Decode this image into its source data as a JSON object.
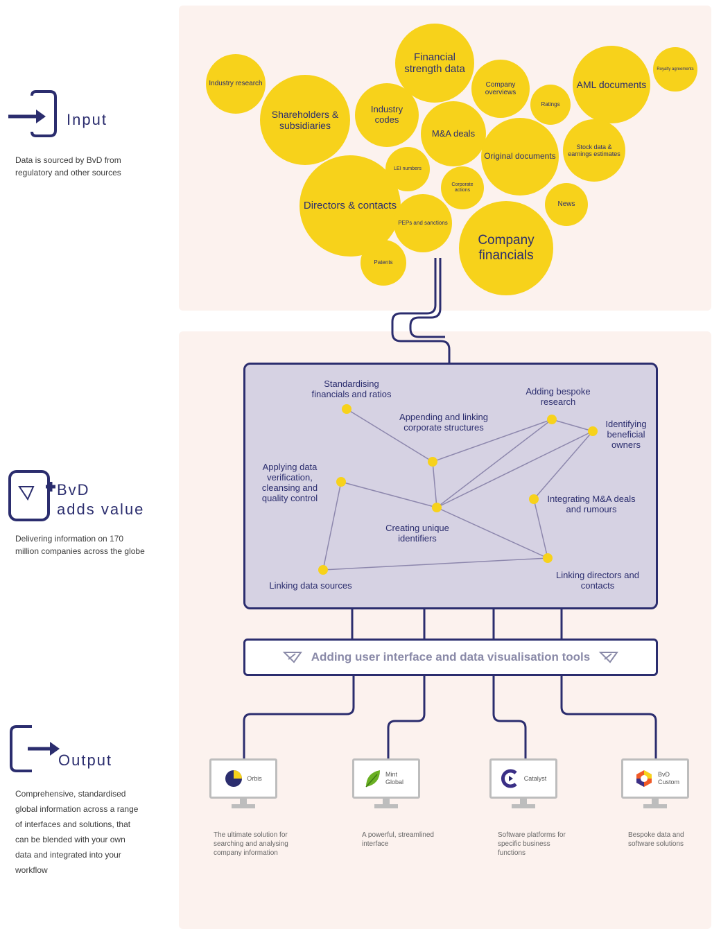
{
  "side": {
    "input": {
      "title": "Input",
      "desc": "Data is sourced by BvD from regulatory and other sources"
    },
    "bvd": {
      "title_line1": "BvD",
      "title_line2": "adds value",
      "desc": "Delivering information on 170 million companies across the globe"
    },
    "output": {
      "title": "Output",
      "desc": "Comprehensive, standardised global information across a range of interfaces and solutions, that can be blended with your own data and integrated into your workflow"
    }
  },
  "bubbles": [
    "Industry research",
    "Shareholders & subsidiaries",
    "Industry codes",
    "Financial strength data",
    "Company overviews",
    "Ratings",
    "AML documents",
    "Royalty agreements",
    "M&A deals",
    "Original documents",
    "Stock data & earnings estimates",
    "LEI numbers",
    "Corporate actions",
    "Directors & contacts",
    "PEPs and sanctions",
    "News",
    "Company financials",
    "Patents"
  ],
  "value_nodes": [
    "Standardising financials and ratios",
    "Appending and linking corporate structures",
    "Adding bespoke research",
    "Identifying beneficial owners",
    "Applying data verification, cleansing and quality control",
    "Integrating M&A deals and rumours",
    "Creating unique identifiers",
    "Linking directors and contacts",
    "Linking data sources"
  ],
  "ui_bar": {
    "label": "Adding user interface and data visualisation tools"
  },
  "products": [
    {
      "name": "Orbis",
      "desc": "The ultimate solution for searching and analysing company information",
      "color": "#2b2d6e"
    },
    {
      "name": "Mint Global",
      "desc": "A powerful, streamlined interface",
      "color": "#6ab023"
    },
    {
      "name": "Catalyst",
      "desc": "Software platforms for specific business functions",
      "color": "#3a2f86"
    },
    {
      "name": "BvD Custom",
      "desc": "Bespoke data and software solutions",
      "color": "#f05a28"
    }
  ],
  "colors": {
    "navy": "#2b2d6e",
    "yellow": "#f7d21b",
    "panel": "#fcf2ee",
    "box": "#d6d2e3"
  }
}
